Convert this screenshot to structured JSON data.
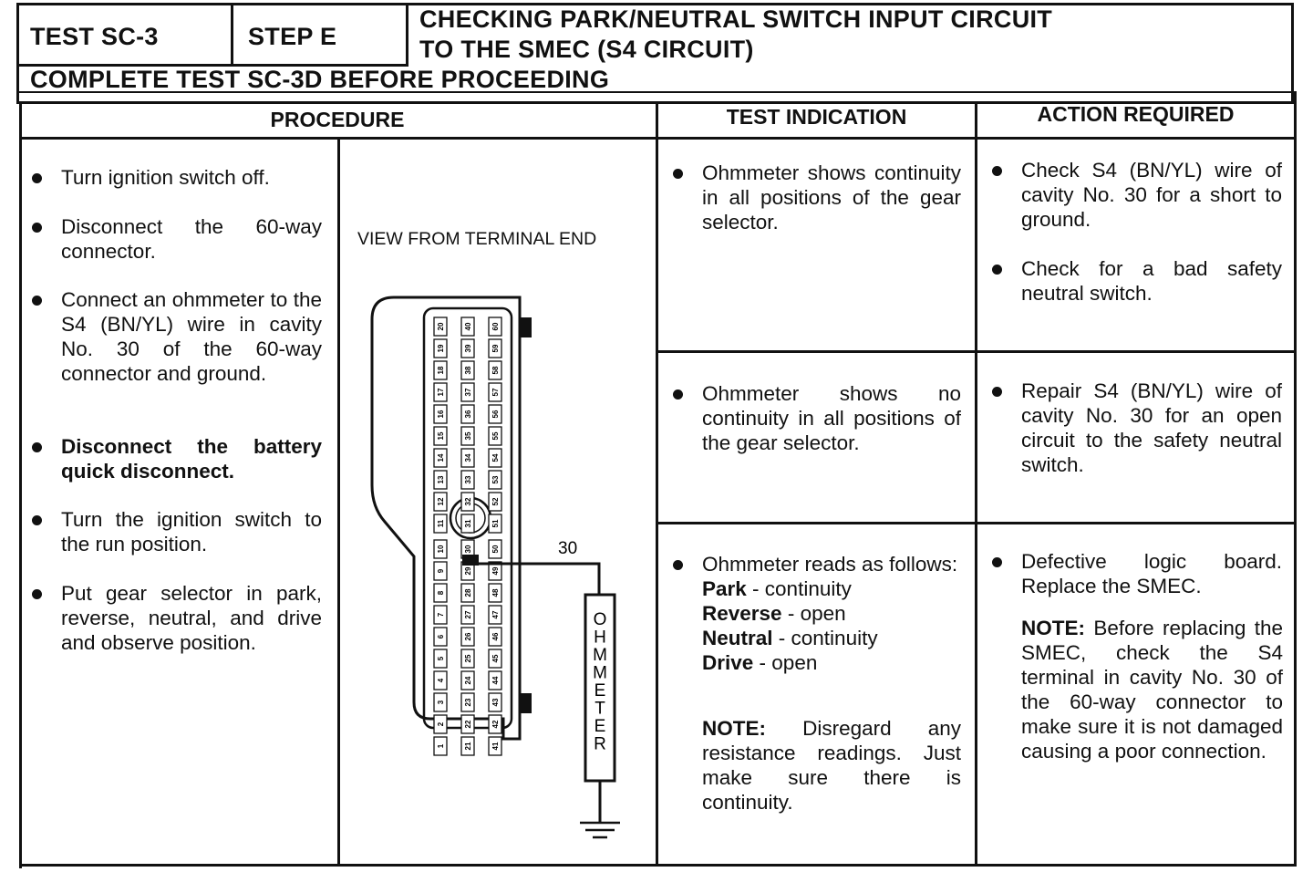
{
  "header": {
    "test_label": "TEST SC-3",
    "step_label": "STEP E",
    "title_line1": "CHECKING PARK/NEUTRAL SWITCH INPUT CIRCUIT",
    "title_line2": "TO THE SMEC (S4 CIRCUIT)",
    "prerequisite": "COMPLETE TEST SC-3D BEFORE PROCEEDING"
  },
  "columns": {
    "procedure": "PROCEDURE",
    "indication": "TEST INDICATION",
    "action": "ACTION REQUIRED"
  },
  "procedure_steps": [
    "Turn ignition switch off.",
    "Disconnect the 60-way connector.",
    "Connect an ohmmeter to the S4 (BN/YL) wire in cavity No. 30 of the 60-way connector and ground.",
    "Disconnect the battery quick disconnect.",
    "Turn the ignition switch to the run position.",
    "Put gear selector in park, reverse, neutral, and drive and observe position."
  ],
  "diagram": {
    "view_label": "VIEW FROM TERMINAL END",
    "cavity_label": "30",
    "meter_label": "OHMMETER",
    "pins_row1_top": [
      "11",
      "12",
      "13",
      "14",
      "15",
      "16",
      "17",
      "18",
      "19",
      "20"
    ],
    "pins_row2_top": [
      "31",
      "32",
      "33",
      "34",
      "35",
      "36",
      "37",
      "38",
      "39",
      "40"
    ],
    "pins_row3_top": [
      "51",
      "52",
      "53",
      "54",
      "55",
      "56",
      "57",
      "58",
      "59",
      "60"
    ],
    "pins_row1_bottom": [
      "1",
      "2",
      "3",
      "4",
      "5",
      "6",
      "7",
      "8",
      "9",
      "10"
    ],
    "pins_row2_bottom": [
      "21",
      "22",
      "23",
      "24",
      "25",
      "26",
      "27",
      "28",
      "29",
      "30"
    ],
    "pins_row3_bottom": [
      "41",
      "42",
      "43",
      "44",
      "45",
      "46",
      "47",
      "48",
      "49",
      "50"
    ]
  },
  "rows": [
    {
      "indication": "Ohmmeter shows continuity in all positions of the gear selector.",
      "actions": [
        "Check S4 (BN/YL) wire of cavity No. 30 for a short to ground.",
        "Check for a bad safety neutral switch."
      ]
    },
    {
      "indication": "Ohmmeter shows no continuity in all positions of the gear selector.",
      "actions": [
        "Repair S4 (BN/YL) wire of cavity No. 30 for an open circuit to the safety neutral switch."
      ]
    },
    {
      "indication": "Ohmmeter reads as follows:",
      "readings": [
        {
          "position": "Park",
          "result": " - continuity"
        },
        {
          "position": "Reverse",
          "result": " - open"
        },
        {
          "position": "Neutral",
          "result": " - continuity"
        },
        {
          "position": "Drive",
          "result": " - open"
        }
      ],
      "note_label": "NOTE:",
      "note_text": " Disregard any resistance readings. Just make sure there is continuity.",
      "actions": [
        "Defective logic board. Replace the SMEC."
      ],
      "action_note_label": "NOTE:",
      "action_note_text": " Before replacing the SMEC, check the S4 terminal in cavity No. 30 of the 60-way connector to make sure it is not damaged causing a poor connection."
    }
  ]
}
